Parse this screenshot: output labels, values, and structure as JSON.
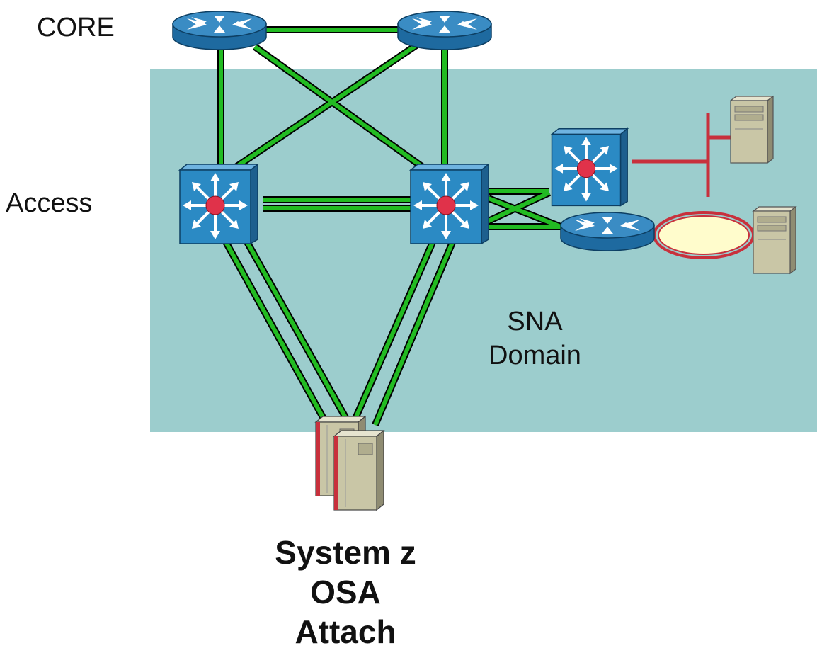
{
  "labels": {
    "core": "CORE",
    "access": "Access",
    "sna_domain_line1": "SNA",
    "sna_domain_line2": "Domain",
    "system_line1": "System z",
    "system_line2": "OSA",
    "system_line3": "Attach"
  },
  "colors": {
    "domain_fill": "#9ccdcd",
    "link_green": "#22bb22",
    "link_outline": "#000000",
    "router_top": "#2f7fb5",
    "router_side": "#1e6aa0",
    "switch_face": "#2b8ac4",
    "switch_core": "#e0324a",
    "lan_red": "#c8303c",
    "token_ring": "#fffccc",
    "server_beige": "#c9c6a6"
  },
  "icons": {
    "router": "router-icon",
    "switch": "multilayer-switch-icon",
    "server": "server-icon",
    "mainframe": "mainframe-icon",
    "token_ring": "token-ring-icon",
    "ethernet": "ethernet-segment-icon"
  }
}
